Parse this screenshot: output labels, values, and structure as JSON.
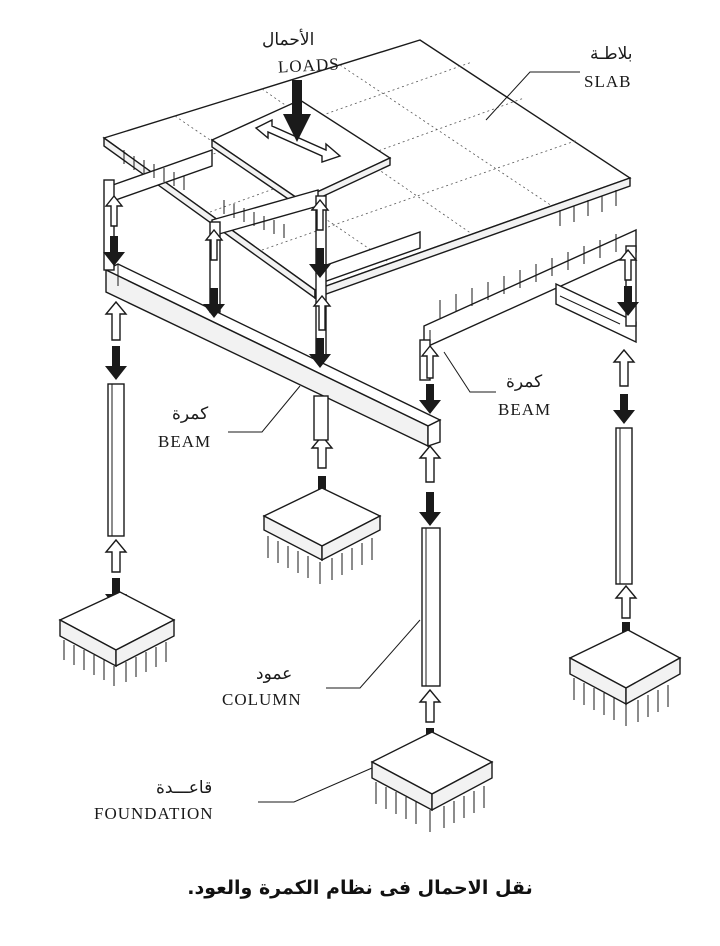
{
  "labels": {
    "loads_ar": "الأحمال",
    "loads_en": "LOADS",
    "slab_ar": "بلاطـة",
    "slab_en": "SLAB",
    "beam_right_ar": "كمرة",
    "beam_right_en": "BEAM",
    "beam_left_ar": "كمرة",
    "beam_left_en": "BEAM",
    "column_ar": "عمود",
    "column_en": "COLUMN",
    "foundation_ar": "قاعـــدة",
    "foundation_en": "FOUNDATION"
  },
  "caption": "نقل الاحمال فى نظام الكمرة والعود.",
  "colors": {
    "line": "#1a1a1a",
    "arrow_fill": "#1a1a1a",
    "background": "#ffffff"
  }
}
